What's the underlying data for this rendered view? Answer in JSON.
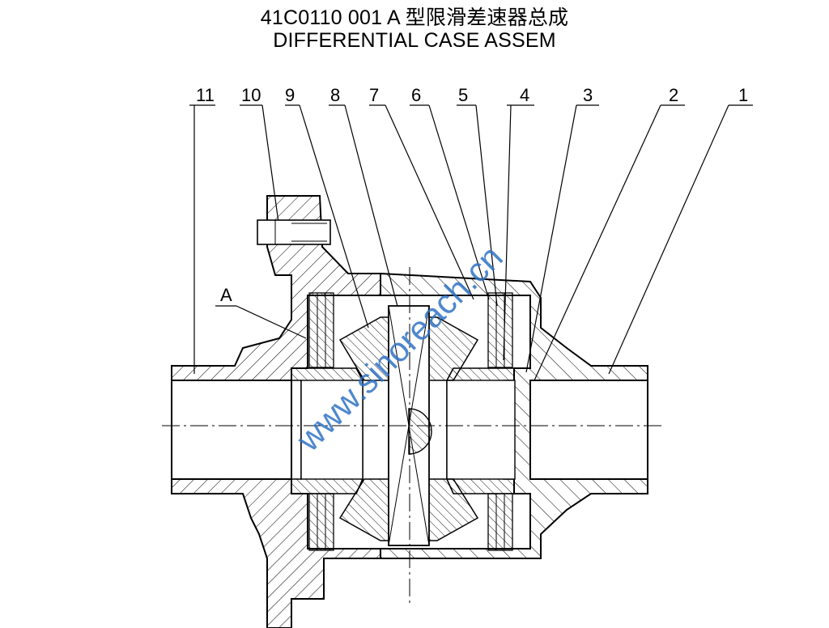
{
  "title": {
    "line1": "41C0110 001 A 型限滑差速器总成",
    "line2": "DIFFERENTIAL CASE ASSEM"
  },
  "parts": [
    {
      "num": "1"
    },
    {
      "num": "2"
    },
    {
      "num": "3"
    },
    {
      "num": "4"
    },
    {
      "num": "5"
    },
    {
      "num": "6"
    },
    {
      "num": "7"
    },
    {
      "num": "8"
    },
    {
      "num": "9"
    },
    {
      "num": "10"
    },
    {
      "num": "11"
    }
  ],
  "detail_label": "A",
  "watermark": "www.sinoreach.cn",
  "colors": {
    "line": "#000000",
    "watermark": "#2f72c4",
    "background": "#ffffff"
  }
}
